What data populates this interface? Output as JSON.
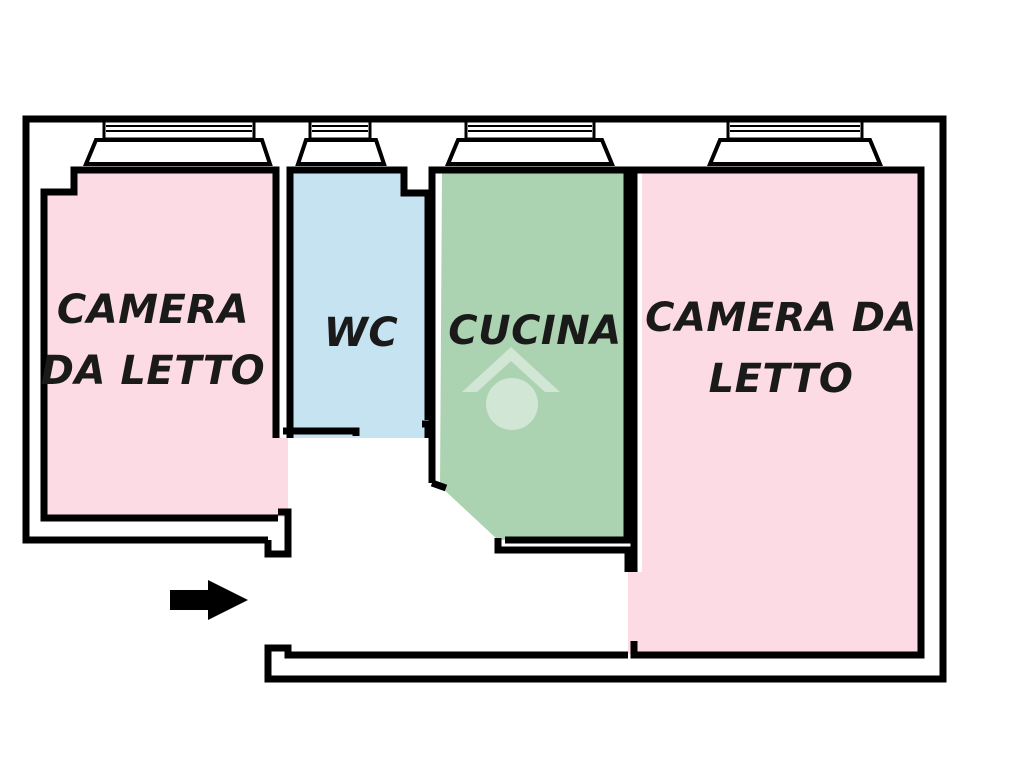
{
  "rooms": {
    "bedroom_left": {
      "line1": "CAMERA",
      "line2": "DA LETTO",
      "fill": "#fddbe4"
    },
    "wc": {
      "line1": "WC",
      "fill": "#c5e3f0"
    },
    "kitchen": {
      "line1": "CUCINA",
      "fill": "#acd3b1"
    },
    "bedroom_right": {
      "line1": "CAMERA DA",
      "line2": "LETTO",
      "fill": "#fddbe4"
    }
  },
  "colors": {
    "wall": "#000000",
    "watermark": "#ffffff"
  },
  "icons": {
    "entrance": "arrow-right-icon",
    "watermark": "home-logo-icon"
  }
}
